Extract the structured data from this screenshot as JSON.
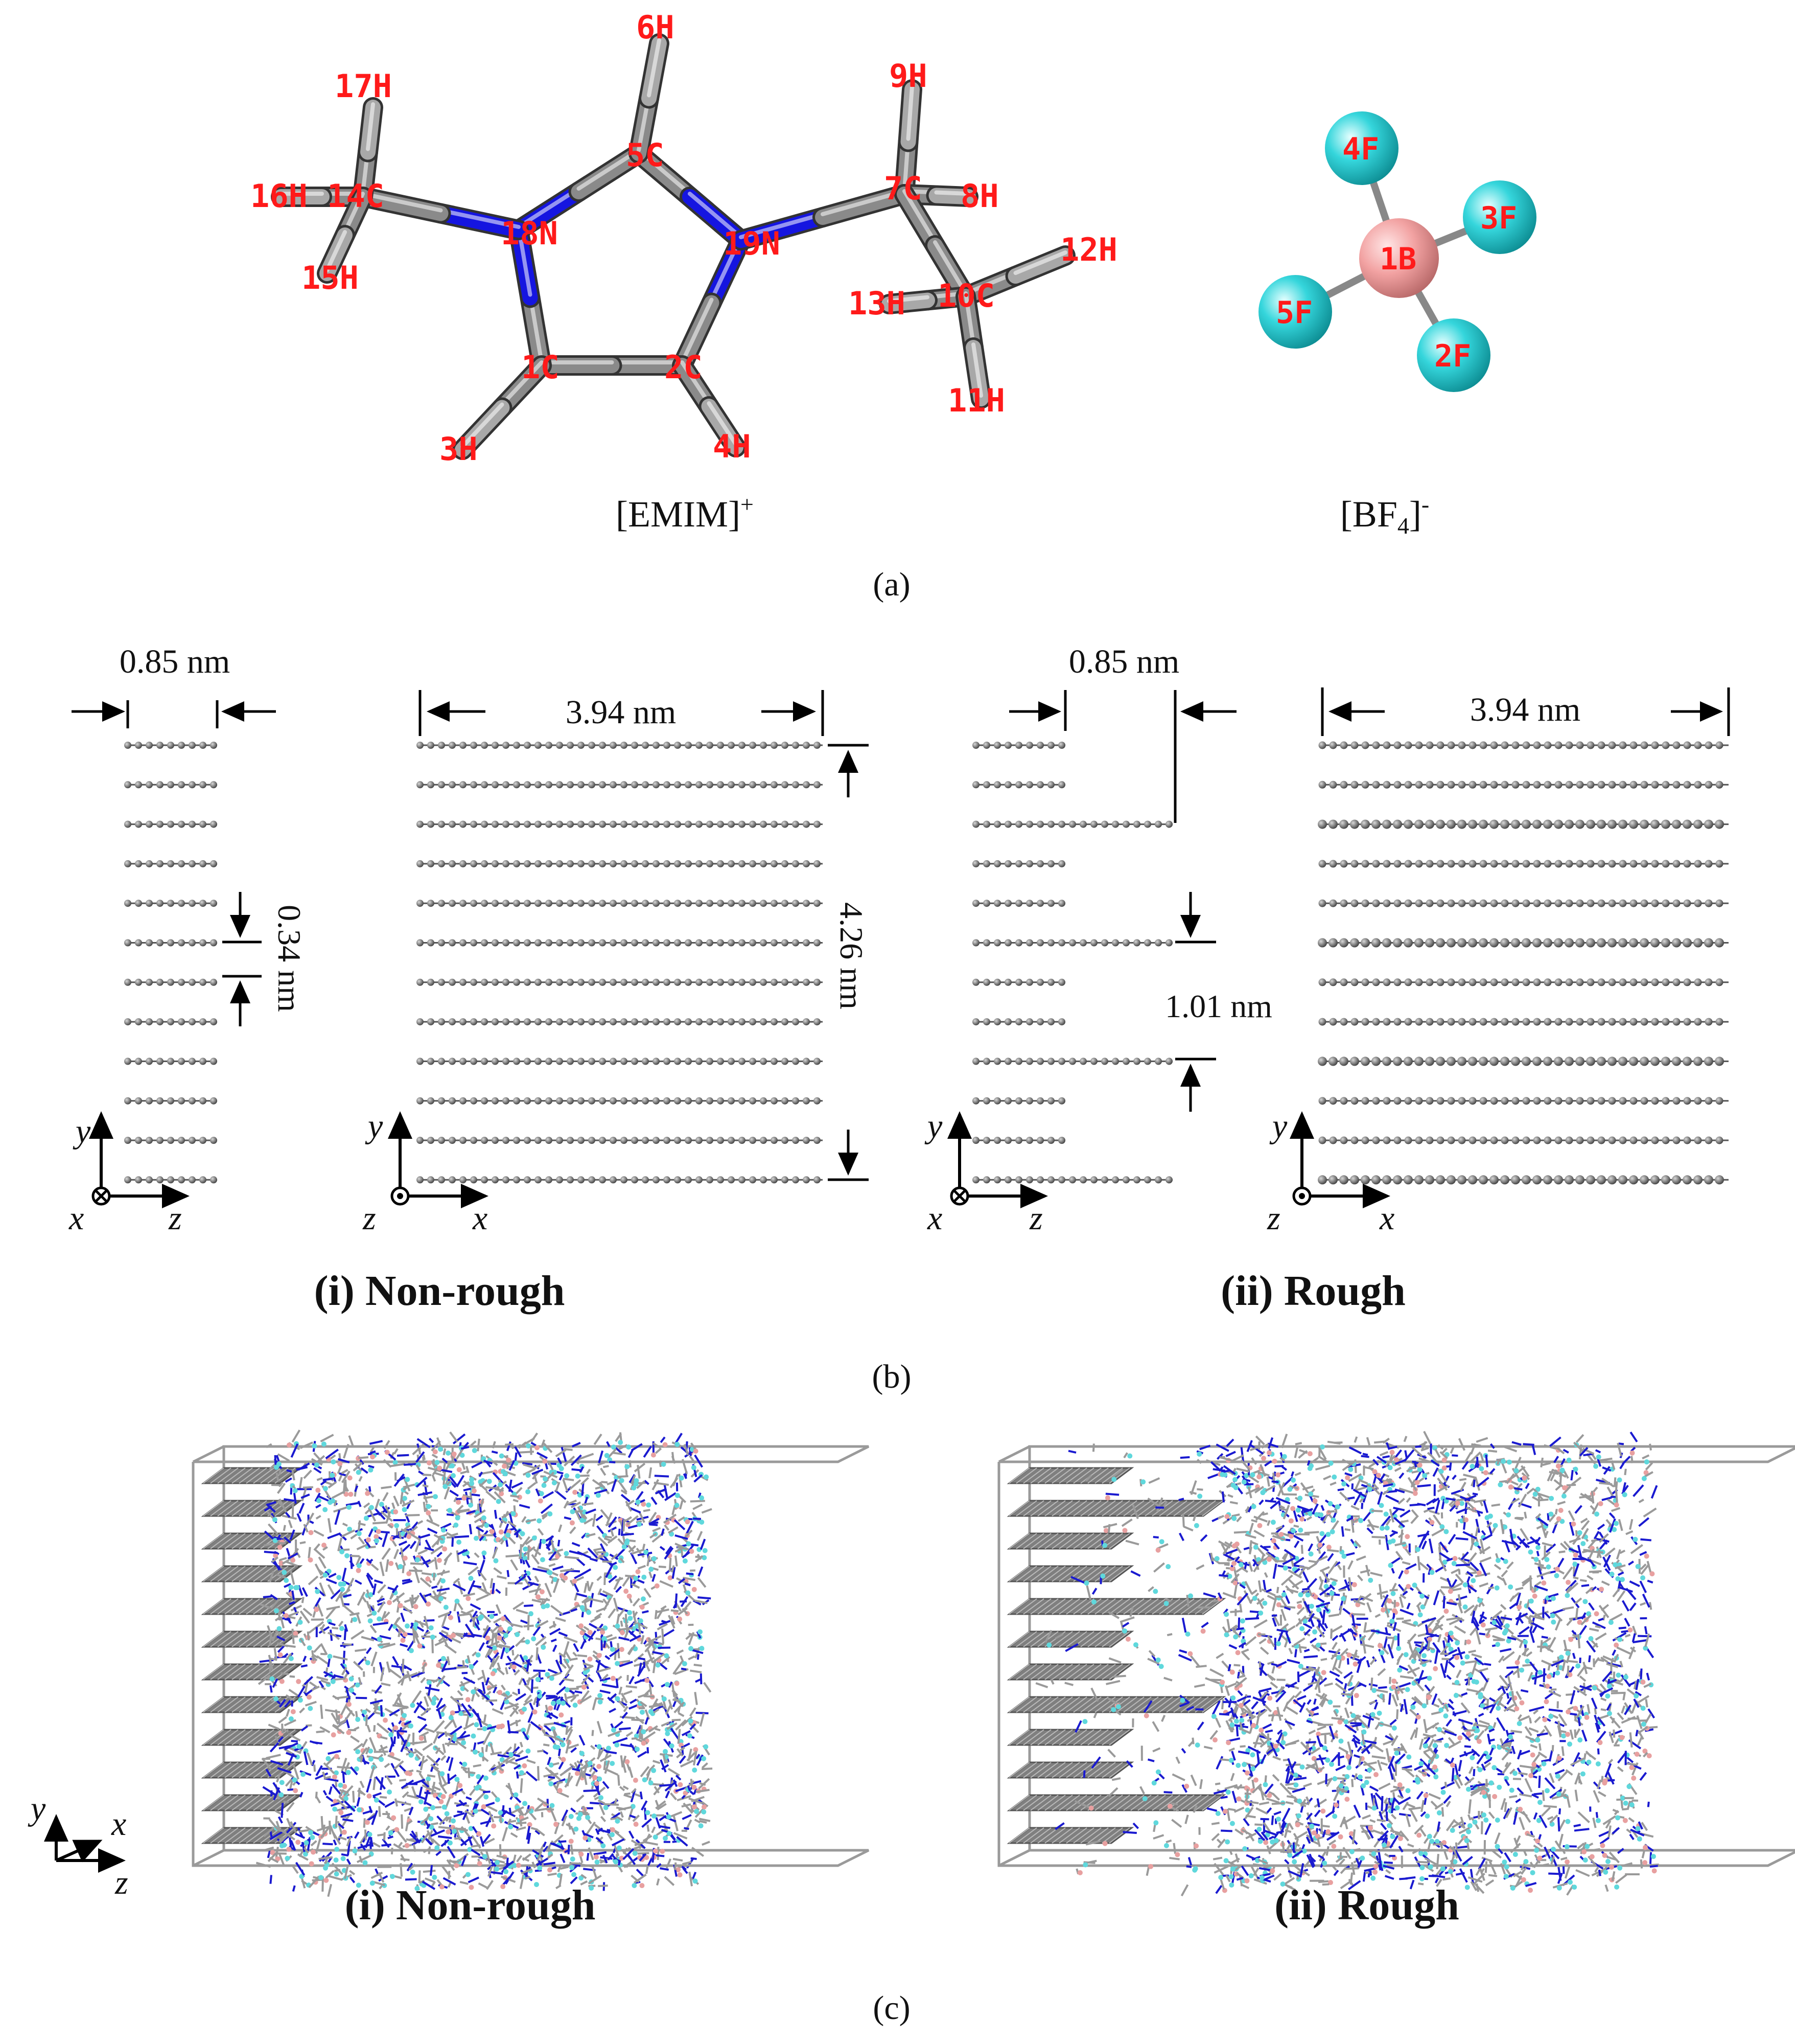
{
  "panel_a": {
    "caption": "(a)",
    "emim_label": {
      "main": "[EMIM]",
      "sup": "+"
    },
    "bf4_label": {
      "pre": "[BF",
      "sub": "4",
      "post": "]",
      "sup": "-"
    },
    "emim_atoms": [
      "1C",
      "2C",
      "3H",
      "4H",
      "5C",
      "6H",
      "7C",
      "8H",
      "9H",
      "10C",
      "11H",
      "12H",
      "13H",
      "14C",
      "15H",
      "16H",
      "17H",
      "18N",
      "19N"
    ],
    "bf4_atoms": [
      "1B",
      "2F",
      "3F",
      "4F",
      "5F"
    ],
    "colors": {
      "carbon": "#8a8a8a",
      "nitrogen": "#1515e0",
      "hydrogen": "#c8c8c8",
      "boron": "#f0a0a0",
      "fluorine": "#2ed3d8",
      "atom_label": "#ff1a1a"
    }
  },
  "panel_b": {
    "caption": "(b)",
    "nonrough": {
      "title": "(i) Non-rough",
      "dim_width_left": "0.85 nm",
      "dim_spacing": "0.34 nm",
      "dim_width_right": "3.94 nm",
      "dim_height": "4.26 nm",
      "axes_left": {
        "vertical": "y",
        "origin": "x",
        "horizontal": "z",
        "origin_symbol": "cross"
      },
      "axes_right": {
        "vertical": "y",
        "origin": "z",
        "horizontal": "x",
        "origin_symbol": "dot"
      },
      "sheet_count": 12
    },
    "rough": {
      "title": "(ii) Rough",
      "dim_width_left": "0.85 nm",
      "dim_spacing": "1.01 nm",
      "dim_width_right": "3.94 nm",
      "axes_left": {
        "vertical": "y",
        "origin": "x",
        "horizontal": "z",
        "origin_symbol": "cross"
      },
      "axes_right": {
        "vertical": "y",
        "origin": "z",
        "horizontal": "x",
        "origin_symbol": "dot"
      },
      "sheet_count": 12
    },
    "colors": {
      "graphene_atom": "#7a7a7a"
    }
  },
  "panel_c": {
    "caption": "(c)",
    "nonrough_title": "(i) Non-rough",
    "rough_title": "(ii) Rough",
    "axes": {
      "y": "y",
      "x": "x",
      "z": "z"
    },
    "colors": {
      "bond_gray": "#9a9a9a",
      "nitrogen": "#1a1ad0",
      "fluorine": "#5fd8dc",
      "boron": "#e8a0a0",
      "box": "#9a9a9a",
      "sheet": "#7f7f7f"
    }
  }
}
